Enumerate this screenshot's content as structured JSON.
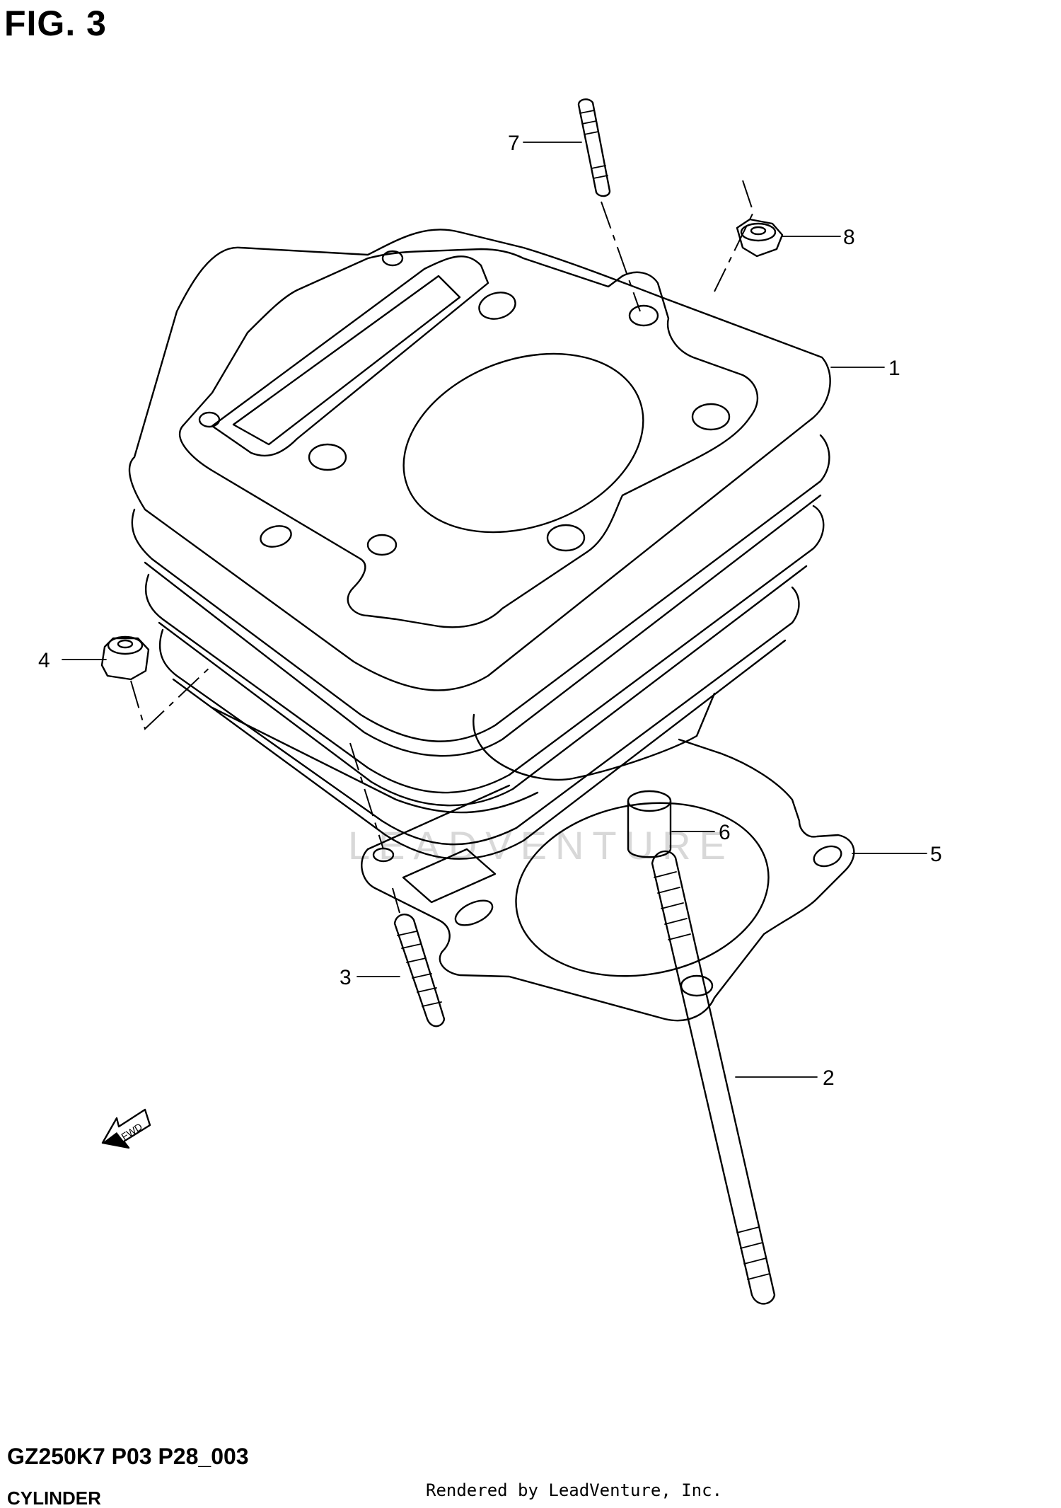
{
  "figure": {
    "title": "FIG. 3"
  },
  "callouts": {
    "c1": "1",
    "c2": "2",
    "c3": "3",
    "c4": "4",
    "c5": "5",
    "c6": "6",
    "c7": "7",
    "c8": "8"
  },
  "watermark": "LEADVENTURE",
  "fwd_label": "FWD",
  "footer": {
    "code": "GZ250K7 P03 P28_003",
    "name": "CYLINDER",
    "rendered_by": "Rendered by LeadVenture, Inc."
  }
}
